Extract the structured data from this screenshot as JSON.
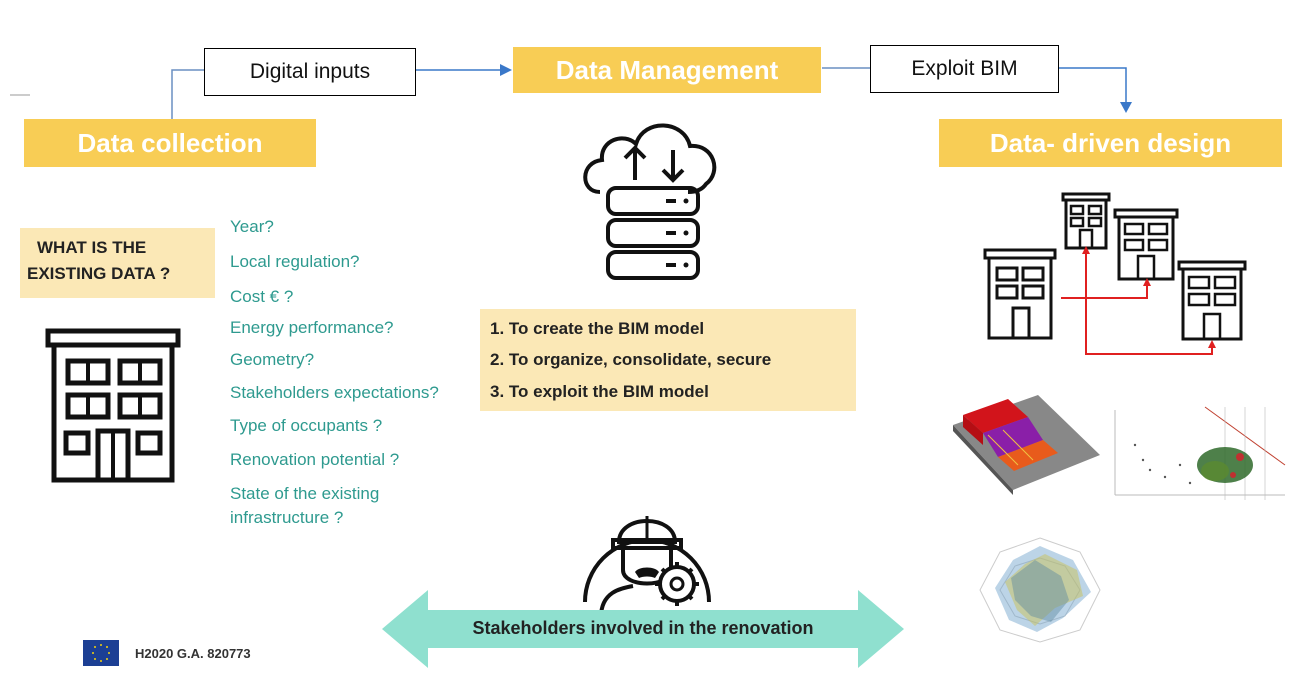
{
  "flow": {
    "digital_inputs": "Digital inputs",
    "data_management": "Data Management",
    "exploit_bim": "Exploit BIM",
    "data_collection": "Data collection",
    "data_driven_design": "Data- driven design"
  },
  "existing_data": {
    "title_line1": "WHAT IS THE",
    "title_line2": "EXISTING DATA ?",
    "questions": [
      "Year?",
      "Local regulation?",
      "Cost € ?",
      "Energy performance?",
      "Geometry?",
      "Stakeholders expectations?",
      "Type of occupants ?",
      "Renovation potential ?",
      "State of the existing",
      "infrastructure ?"
    ]
  },
  "steps": [
    "1.  To create the BIM model",
    "2.  To organize, consolidate, secure",
    "3.  To exploit the BIM model"
  ],
  "stakeholders_label": "Stakeholders involved in the renovation",
  "footer": {
    "grant": "H2020 G.A. 820773"
  },
  "colors": {
    "yellow": "#f8cd55",
    "teal_text": "#2e9a8f",
    "arrow_teal": "#8fe0cf",
    "list_bg": "#fbe8b6",
    "connector_blue": "#3a78c9",
    "connector_red": "#e02020"
  },
  "icons": [
    "cloud-server-icon",
    "building-icon",
    "worker-gear-icon",
    "eu-flag-icon"
  ]
}
